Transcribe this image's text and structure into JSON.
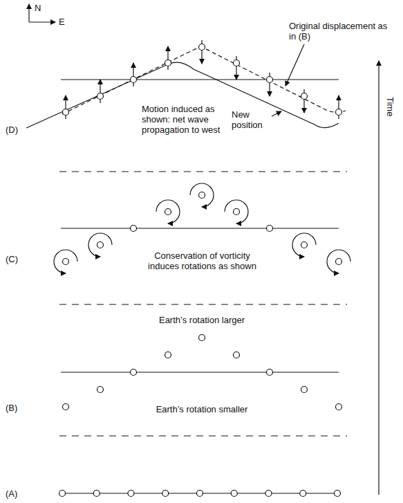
{
  "diagram": {
    "labels": [
      "N",
      "E",
      "Original displacement as in (B)",
      "New position",
      "Motion induced as shown: net wave propagation to west",
      "(D)",
      "Conservation of vorticity induces rotations as shown",
      "(C)",
      "Earth’s rotation larger",
      "Earth’s rotation smaller",
      "(B)",
      "(A)",
      "Time"
    ]
  }
}
